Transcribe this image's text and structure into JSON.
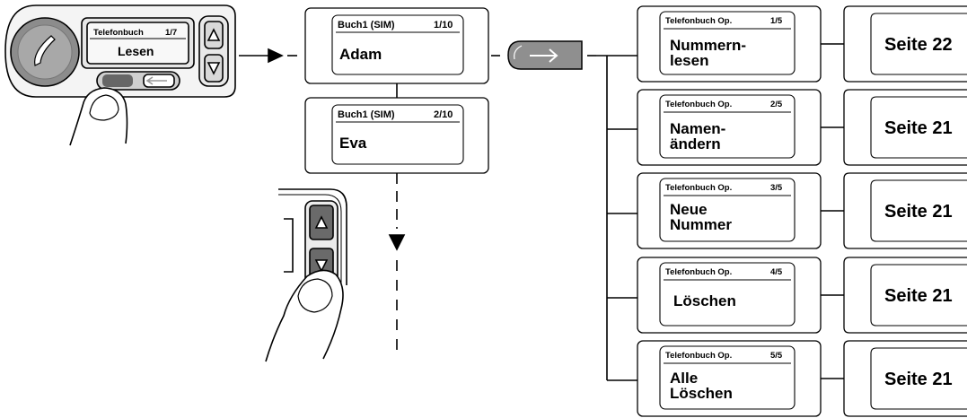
{
  "device": {
    "screen_title": "Telefonbuch",
    "screen_index": "1/7",
    "screen_text": "Lesen"
  },
  "list": [
    {
      "title": "Buch1 (SIM)",
      "index": "1/10",
      "name": "Adam"
    },
    {
      "title": "Buch1 (SIM)",
      "index": "2/10",
      "name": "Eva"
    }
  ],
  "options": [
    {
      "title": "Telefonbuch Op.",
      "index": "1/5",
      "line1": "Nummern-",
      "line2": "lesen",
      "page": "Seite 22"
    },
    {
      "title": "Telefonbuch Op.",
      "index": "2/5",
      "line1": "Namen-",
      "line2": "ändern",
      "page": "Seite 21"
    },
    {
      "title": "Telefonbuch Op.",
      "index": "3/5",
      "line1": "Neue",
      "line2": "Nummer",
      "page": "Seite 21"
    },
    {
      "title": "Telefonbuch Op.",
      "index": "4/5",
      "line1": "Löschen",
      "line2": "",
      "page": "Seite 21"
    },
    {
      "title": "Telefonbuch Op.",
      "index": "5/5",
      "line1": "Alle",
      "line2": "Löschen",
      "page": "Seite 21"
    }
  ],
  "icons": [
    "phone-icon",
    "up-triangle-icon",
    "down-triangle-icon",
    "right-arrow-icon",
    "finger-icon"
  ]
}
